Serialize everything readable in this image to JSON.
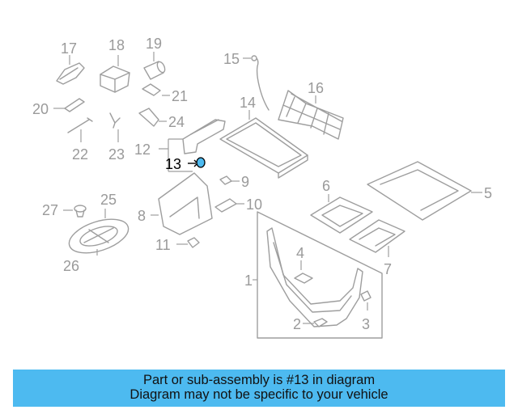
{
  "diagram": {
    "callouts": [
      "1",
      "2",
      "3",
      "4",
      "5",
      "6",
      "7",
      "8",
      "9",
      "10",
      "11",
      "12",
      "13",
      "14",
      "15",
      "16",
      "17",
      "18",
      "19",
      "20",
      "21",
      "22",
      "23",
      "24",
      "25",
      "26",
      "27"
    ],
    "highlighted_callout": "13",
    "highlight_color": "#4dbaf0",
    "line_color": "#9e9e9e"
  },
  "banner": {
    "line1": "Part or sub-assembly is #13 in diagram",
    "line2": "Diagram may not be specific to your vehicle",
    "background": "#4dbaf0"
  }
}
